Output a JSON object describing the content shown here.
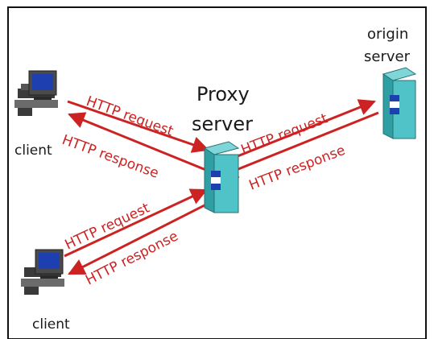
{
  "diagram": {
    "proxy_label_line1": "Proxy",
    "proxy_label_line2": "server",
    "origin_label_line1": "origin",
    "origin_label_line2": "server",
    "client_top_label": "client",
    "client_bottom_label": "client",
    "http_request": "HTTP request",
    "http_response": "HTTP response"
  },
  "colors": {
    "arrow": "#cc2222",
    "server_body": "#4fc3c7",
    "server_dark": "#1d3fb0",
    "frame": "#111111"
  },
  "icons": [
    "desktop-computer-icon",
    "server-tower-icon"
  ]
}
